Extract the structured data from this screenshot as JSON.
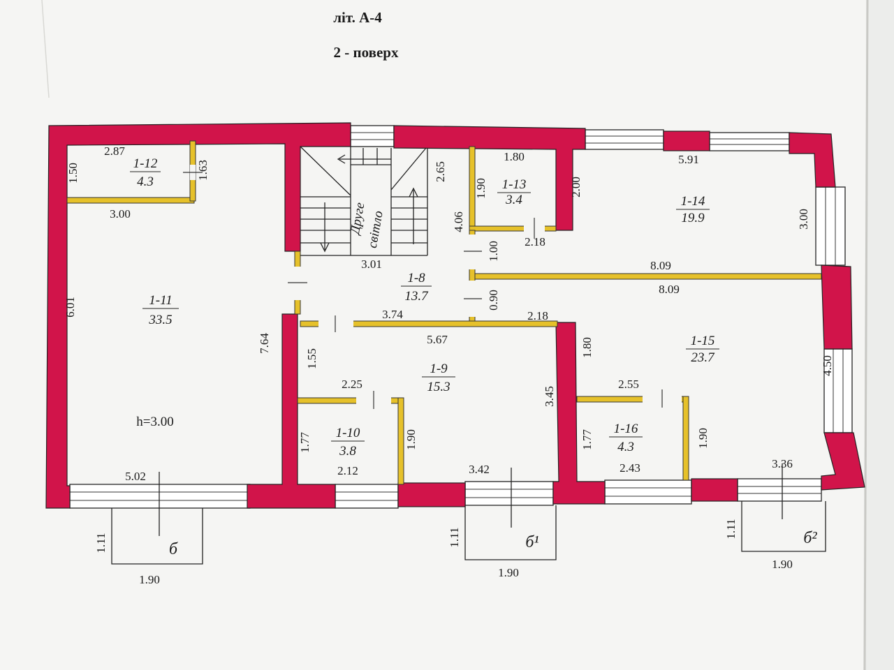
{
  "header": {
    "lit": "літ. А-4",
    "floor": "2 - поверх"
  },
  "colors": {
    "paper": "#f5f5f3",
    "wall": "#d1144a",
    "partition": "#e6c12a",
    "ink": "#1a1a1a",
    "background": "#ecedeb"
  },
  "rooms": {
    "r12": {
      "id": "1-12",
      "area": "4.3"
    },
    "r11": {
      "id": "1-11",
      "area": "33.5"
    },
    "r8": {
      "id": "1-8",
      "area": "13.7"
    },
    "r13": {
      "id": "1-13",
      "area": "3.4"
    },
    "r14": {
      "id": "1-14",
      "area": "19.9"
    },
    "r15": {
      "id": "1-15",
      "area": "23.7"
    },
    "r9": {
      "id": "1-9",
      "area": "15.3"
    },
    "r10": {
      "id": "1-10",
      "area": "3.8"
    },
    "r16": {
      "id": "1-16",
      "area": "4.3"
    }
  },
  "stair_label": {
    "line1": "Друге",
    "line2": "світло"
  },
  "height_note": "h=3.00",
  "dims": {
    "d287": "2.87",
    "d150": "1.50",
    "d163": "1.63",
    "d300a": "3.00",
    "d601": "6.01",
    "d764": "7.64",
    "d502": "5.02",
    "d265": "2.65",
    "d406": "4.06",
    "d301": "3.01",
    "d180a": "1.80",
    "d190a": "1.90",
    "d200": "2.00",
    "d218a": "2.18",
    "d100": "1.00",
    "d591": "5.91",
    "d300b": "3.00",
    "d809a": "8.09",
    "d809b": "8.09",
    "d090": "0.90",
    "d374": "3.74",
    "d218b": "2.18",
    "d567": "5.67",
    "d155": "1.55",
    "d225": "2.25",
    "d177a": "1.77",
    "d190b": "1.90",
    "d212": "2.12",
    "d342": "3.42",
    "d345": "3.45",
    "d180b": "1.80",
    "d255": "2.55",
    "d177b": "1.77",
    "d190c": "1.90",
    "d243": "2.43",
    "d336": "3.36",
    "d450": "4.50",
    "d111a": "1.11",
    "d111b": "1.11",
    "d111c": "1.11",
    "d190d": "1.90",
    "d190e": "1.90",
    "d190f": "1.90"
  },
  "balconies": {
    "b": "б",
    "b1": "б¹",
    "b2": "б²"
  }
}
